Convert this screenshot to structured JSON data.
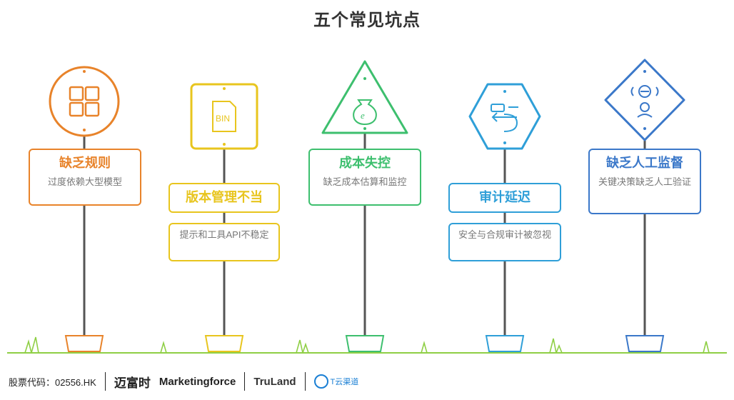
{
  "title": "五个常见坑点",
  "colors": {
    "orange": "#e8832a",
    "yellow": "#e8c51e",
    "green": "#3dbf6e",
    "cyan": "#2f9fd8",
    "blue": "#3b78c9",
    "pole": "#555555",
    "grass": "#8fcf45"
  },
  "signs": [
    {
      "shape": "circle",
      "icon": "puzzle-icon",
      "title": "缺乏规则",
      "desc": "过度依赖大型模型"
    },
    {
      "shape": "square",
      "icon": "bin-file-icon",
      "title": "版本管理不当",
      "desc": "提示和工具API不稳定"
    },
    {
      "shape": "triangle",
      "icon": "money-bag-icon",
      "title": "成本失控",
      "desc": "缺乏成本估算和监控"
    },
    {
      "shape": "hexagon",
      "icon": "arrow-icon",
      "title": "审计延迟",
      "desc": "安全与合规审计被忽视"
    },
    {
      "shape": "diamond",
      "icon": "face-icon",
      "title": "缺乏人工监督",
      "desc": "关键决策缺乏人工验证"
    }
  ],
  "footer": {
    "stock": "股票代码：02556.HK",
    "brand1": "迈富时",
    "brand2": "Marketingforce",
    "brand3": "TruLand",
    "brand4": "T云渠道"
  }
}
